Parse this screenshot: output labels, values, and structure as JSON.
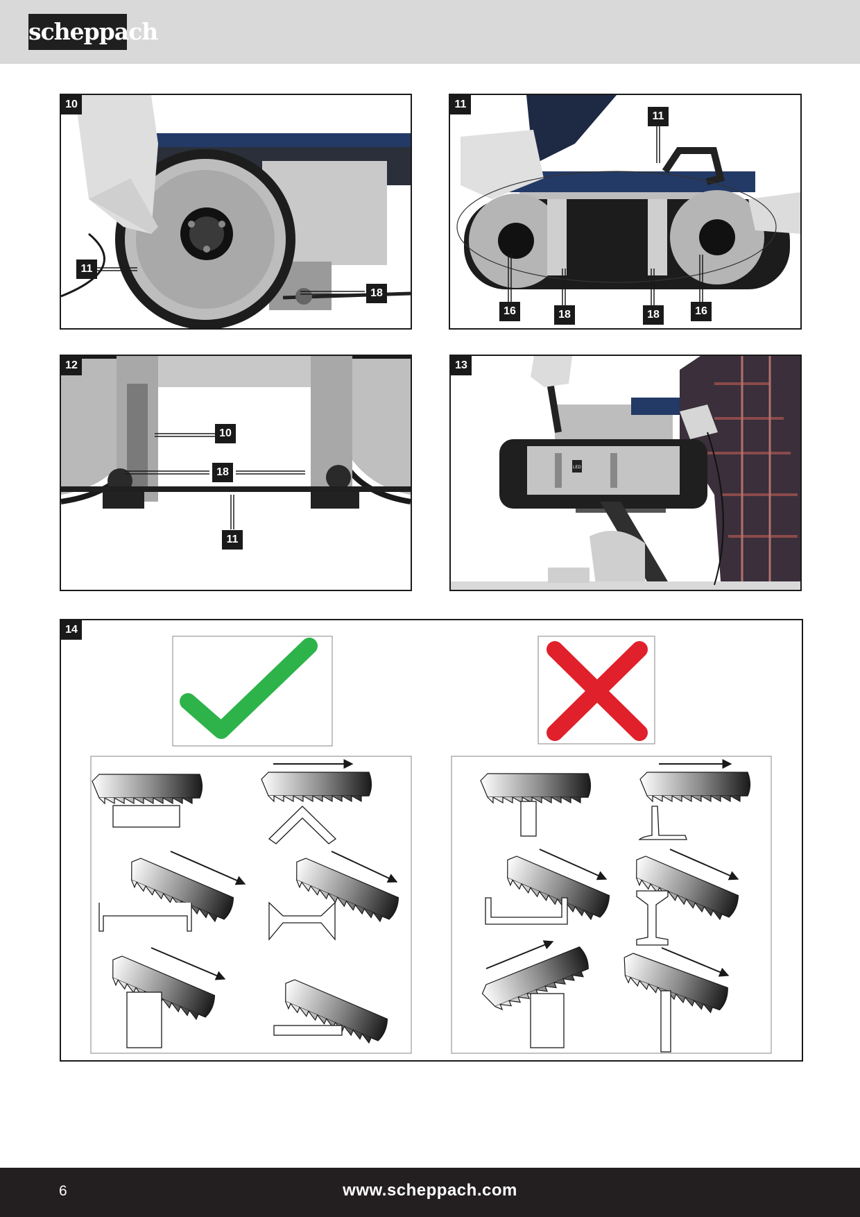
{
  "header": {
    "brand": "scheppach"
  },
  "figures": {
    "fig10": {
      "number": "10",
      "callouts": [
        "11",
        "18"
      ]
    },
    "fig11": {
      "number": "11",
      "callouts": [
        "11",
        "16",
        "18",
        "18",
        "16"
      ]
    },
    "fig12": {
      "number": "12",
      "callouts": [
        "10",
        "18",
        "11"
      ]
    },
    "fig13": {
      "number": "13",
      "led_label": "LED"
    },
    "fig14": {
      "number": "14"
    }
  },
  "colors": {
    "check": "#2db34a",
    "cross": "#e0202a",
    "dark": "#1a1a1a",
    "header_bg": "#d9d9d9"
  },
  "icons": [
    "check-mark-icon",
    "cross-mark-icon"
  ],
  "footer": {
    "page_number": "6",
    "url": "www.scheppach.com"
  }
}
